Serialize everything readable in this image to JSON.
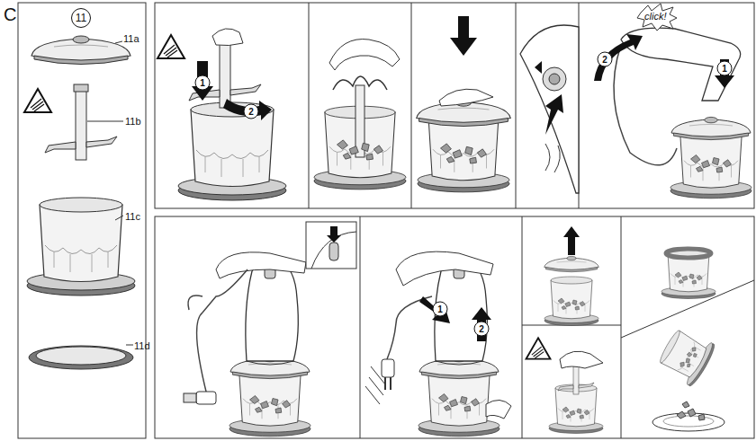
{
  "diagram": {
    "labels": [
      "C",
      "11",
      "11a",
      "11b",
      "11c",
      "11d",
      "1",
      "2",
      "click!",
      "2",
      "1",
      "1",
      "2"
    ]
  }
}
